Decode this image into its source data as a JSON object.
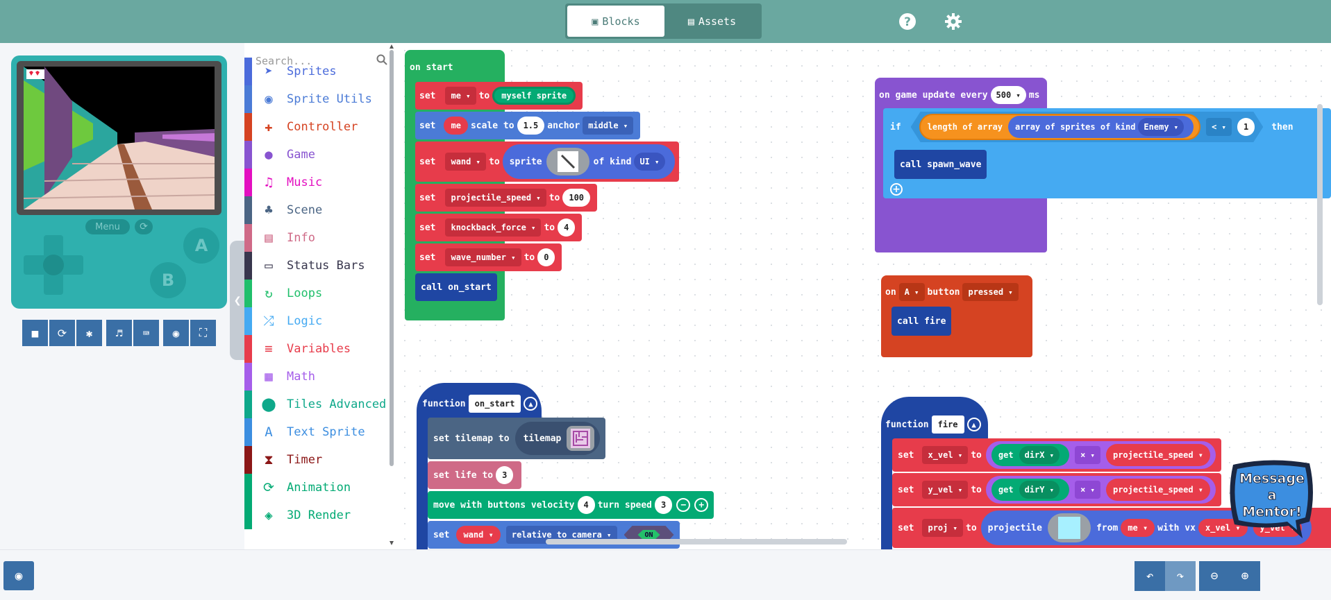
{
  "header": {
    "tabs": [
      {
        "label": "Blocks",
        "icon": "puzzle-icon",
        "active": true
      },
      {
        "label": "Assets",
        "icon": "image-icon",
        "active": false
      }
    ],
    "icons": [
      "help-icon",
      "gear-icon"
    ],
    "color": "#6aa8a0"
  },
  "simulator": {
    "menu_label": "Menu",
    "a_label": "A",
    "b_label": "B",
    "hearts": 2,
    "toolbar_icons": [
      "stop-icon",
      "restart-icon",
      "debug-icon",
      "sound-icon",
      "keyboard-icon",
      "screenshot-icon",
      "fullscreen-icon"
    ]
  },
  "toolbox": {
    "search_placeholder": "Search...",
    "categories": [
      {
        "label": "Sprites",
        "color": "#4b6bdb",
        "icon": "paper-plane-icon"
      },
      {
        "label": "Sprite Utils",
        "color": "#4b7bd6",
        "icon": "user-circle-icon"
      },
      {
        "label": "Controller",
        "color": "#d54322",
        "icon": "gamepad-icon"
      },
      {
        "label": "Game",
        "color": "#8854d0",
        "icon": "circle-icon"
      },
      {
        "label": "Music",
        "color": "#e30fc0",
        "icon": "headphones-icon"
      },
      {
        "label": "Scene",
        "color": "#4b6584",
        "icon": "tree-icon"
      },
      {
        "label": "Info",
        "color": "#cf6a87",
        "icon": "id-card-icon"
      },
      {
        "label": "Status Bars",
        "color": "#38364d",
        "icon": "battery-icon"
      },
      {
        "label": "Loops",
        "color": "#20bf6b",
        "icon": "loop-icon"
      },
      {
        "label": "Logic",
        "color": "#45aaf2",
        "icon": "shuffle-icon"
      },
      {
        "label": "Variables",
        "color": "#e73c4b",
        "icon": "list-icon"
      },
      {
        "label": "Math",
        "color": "#a55eea",
        "icon": "calculator-icon"
      },
      {
        "label": "Tiles Advanced",
        "color": "#0ea88a",
        "icon": "map-pin-icon"
      },
      {
        "label": "Text Sprite",
        "color": "#3c8ee0",
        "icon": "font-icon"
      },
      {
        "label": "Timer",
        "color": "#8b1717",
        "icon": "hourglass-icon"
      },
      {
        "label": "Animation",
        "color": "#03aa74",
        "icon": "refresh-icon"
      },
      {
        "label": "3D Render",
        "color": "#03aa74",
        "icon": "cube-icon"
      }
    ]
  },
  "blocks": {
    "on_start": {
      "hat": "on start",
      "set": "set",
      "to": "to",
      "me": "me",
      "myself_sprite": "myself sprite",
      "scale_to": "scale to",
      "scale_val": "1.5",
      "anchor": "anchor",
      "middle": "middle",
      "wand": "wand",
      "sprite": "sprite",
      "of_kind": "of kind",
      "ui": "UI",
      "projectile_speed": "projectile_speed",
      "ps_val": "100",
      "knockback_force": "knockback_force",
      "kf_val": "4",
      "wave_number": "wave_number",
      "wn_val": "0",
      "call_on_start": "call on_start"
    },
    "update": {
      "hat": "on game update every",
      "ms_val": "500",
      "ms": "ms",
      "if": "if",
      "length_of_array": "length of array",
      "array_of_sprites": "array of sprites of kind",
      "enemy": "Enemy",
      "lt": "<",
      "one": "1",
      "then": "then",
      "call_spawn_wave": "call spawn_wave"
    },
    "on_a": {
      "on": "on",
      "a": "A",
      "button": "button",
      "pressed": "pressed",
      "call_fire": "call fire"
    },
    "fn_on_start": {
      "function": "function",
      "name": "on_start",
      "set_tilemap": "set tilemap to",
      "tilemap": "tilemap",
      "set_life": "set life to",
      "life_val": "3",
      "move": "move with buttons velocity",
      "vel_val": "4",
      "turn_speed": "turn speed",
      "turn_val": "3",
      "set": "set",
      "wand": "wand",
      "relative": "relative to camera",
      "on": "ON"
    },
    "fn_fire": {
      "function": "function",
      "name": "fire",
      "set": "set",
      "to": "to",
      "x_vel": "x_vel",
      "y_vel": "y_vel",
      "get": "get",
      "dirx": "dirX",
      "diry": "dirY",
      "times": "×",
      "projectile_speed": "projectile_speed",
      "proj": "proj",
      "projectile": "projectile",
      "from": "from",
      "me": "me",
      "with_vx": "with vx"
    }
  },
  "mentor": {
    "line1": "Message a",
    "line2": "Mentor!"
  }
}
